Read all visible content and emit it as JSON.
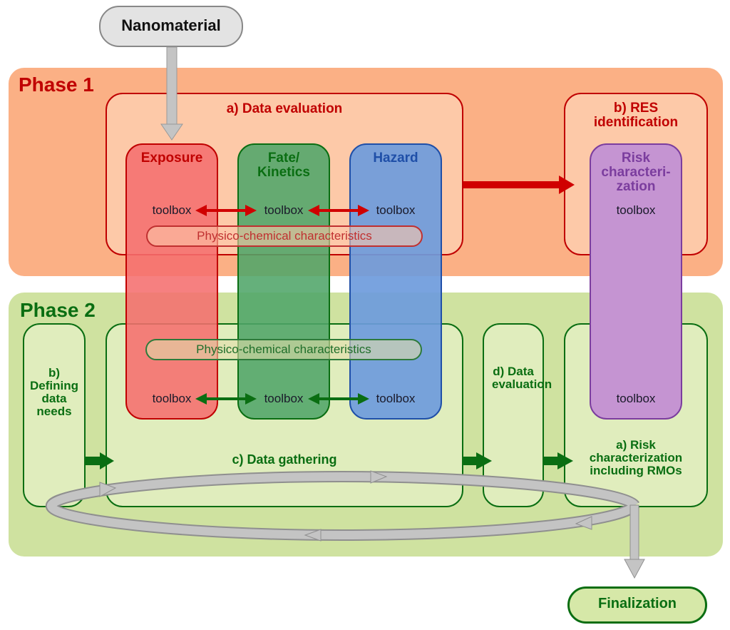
{
  "colors": {
    "phase1_bg": "#fbb085",
    "phase1_inner": "#fdc9a8",
    "phase1_accent": "#c00000",
    "phase2_bg": "#cfe2a0",
    "phase2_inner": "#e0edbd",
    "phase2_accent": "#0a6e12",
    "exposure": "#f58080",
    "fate": "#5fae74",
    "hazard": "#79a3dc",
    "risk": "#c594d2",
    "risk_text": "#7b3d9e",
    "hazard_text": "#1f4fa8",
    "cycle_gray": "#bfbfbf"
  },
  "start": {
    "label": "Nanomaterial"
  },
  "phase1": {
    "title": "Phase 1",
    "data_evaluation": "a) Data evaluation",
    "res_identification": "b) RES identification",
    "physchem": "Physico-chemical characteristics"
  },
  "phase2": {
    "title": "Phase 2",
    "defining_data_needs": "b) Defining data needs",
    "data_gathering": "c) Data gathering",
    "data_evaluation": "d) Data evaluation",
    "risk_char_rmos": "a) Risk characterization including RMOs",
    "physchem": "Physico-chemical characteristics"
  },
  "columns": {
    "exposure": {
      "title": "Exposure",
      "toolbox": "toolbox"
    },
    "fate": {
      "title": "Fate/ Kinetics",
      "toolbox": "toolbox"
    },
    "hazard": {
      "title": "Hazard",
      "toolbox": "toolbox"
    },
    "risk": {
      "title": "Risk characteri- zation",
      "toolbox": "toolbox"
    }
  },
  "end": {
    "label": "Finalization"
  }
}
